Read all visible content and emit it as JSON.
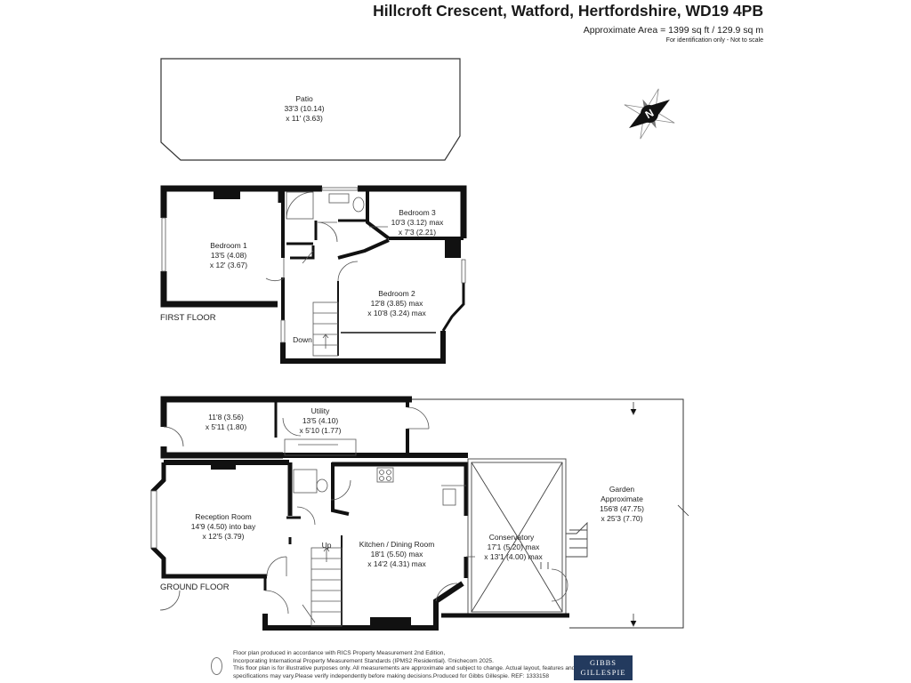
{
  "header": {
    "title": "Hillcroft Crescent, Watford, Hertfordshire, WD19 4PB",
    "area": "Approximate Area = 1399 sq ft / 129.9 sq m",
    "identification": "For identification only - Not to scale"
  },
  "compass": {
    "letter": "N"
  },
  "first_floor": {
    "floor_label": "FIRST FLOOR",
    "patio": {
      "name": "Patio",
      "dim1": "33'3 (10.14)",
      "dim2": "x 11' (3.63)"
    },
    "bedroom1": {
      "name": "Bedroom 1",
      "dim1": "13'5 (4.08)",
      "dim2": "x 12' (3.67)"
    },
    "bedroom3": {
      "name": "Bedroom 3",
      "dim1": "10'3 (3.12) max",
      "dim2": "x 7'3 (2.21)"
    },
    "bedroom2": {
      "name": "Bedroom 2",
      "dim1": "12'8 (3.85) max",
      "dim2": "x 10'8 (3.24) max"
    },
    "stairs_label": "Down"
  },
  "ground_floor": {
    "floor_label": "GROUND FLOOR",
    "store": {
      "dim1": "11'8 (3.56)",
      "dim2": "x 5'11 (1.80)"
    },
    "utility": {
      "name": "Utility",
      "dim1": "13'5 (4.10)",
      "dim2": "x 5'10 (1.77)"
    },
    "reception": {
      "name": "Reception Room",
      "dim1": "14'9 (4.50) into bay",
      "dim2": "x 12'5 (3.79)"
    },
    "kitchen": {
      "name": "Kitchen / Dining Room",
      "dim1": "18'1 (5.50) max",
      "dim2": "x 14'2 (4.31) max"
    },
    "conservatory": {
      "name": "Conservatory",
      "dim1": "17'1 (5.20) max",
      "dim2": "x 13'1 (4.00) max"
    },
    "garden": {
      "name": "Garden",
      "line2": "Approximate",
      "dim1": "156'8 (47.75)",
      "dim2": "x 25'3 (7.70)"
    },
    "stairs_label": "Up"
  },
  "footer": {
    "line1": "Floor plan produced in accordance with RICS Property Measurement 2nd Edition,",
    "line2": "Incorporating International Property Measurement Standards (IPMS2 Residential). ©nichecom 2025.",
    "line3": "This floor plan is for illustrative purposes only. All measurements are approximate and subject to change. Actual layout, features and",
    "line4": "specifications may vary.Please verify independently before making decisions.Produced for Gibbs Gillespie.  REF: 1333158"
  },
  "brand": {
    "line1": "GIBBS",
    "line2": "GILLESPIE"
  }
}
